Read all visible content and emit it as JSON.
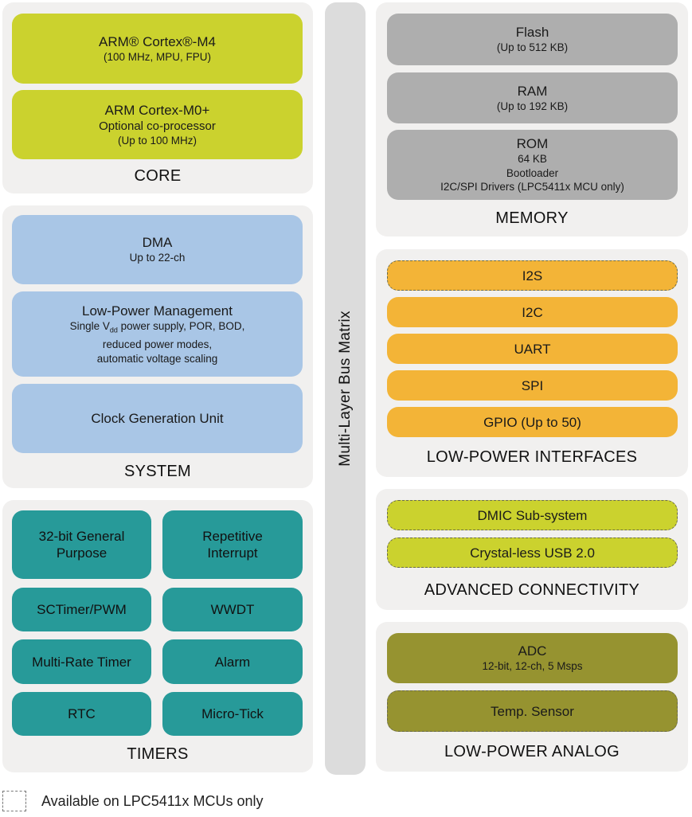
{
  "core": {
    "title": "CORE",
    "m4": {
      "title": "ARM® Cortex®-M4",
      "sub": "(100 MHz, MPU, FPU)"
    },
    "m0": {
      "title": "ARM Cortex-M0+",
      "line2": "Optional co-processor",
      "sub": "(Up to 100 MHz)"
    }
  },
  "system": {
    "title": "SYSTEM",
    "dma": {
      "title": "DMA",
      "sub": "Up to 22-ch"
    },
    "lpm": {
      "title": "Low-Power Management",
      "line1_pre": "Single V",
      "line1_subscript": "dd",
      "line1_post": " power supply, POR, BOD,",
      "line2": "reduced power modes,",
      "line3": "automatic voltage scaling"
    },
    "cgu": {
      "title": "Clock Generation Unit"
    }
  },
  "timers": {
    "title": "TIMERS",
    "items": [
      {
        "line1": "32-bit General",
        "line2": "Purpose"
      },
      {
        "line1": "Repetitive",
        "line2": "Interrupt"
      },
      {
        "line1": "SCTimer/PWM",
        "line2": ""
      },
      {
        "line1": "WWDT",
        "line2": ""
      },
      {
        "line1": "Multi-Rate Timer",
        "line2": ""
      },
      {
        "line1": "Alarm",
        "line2": ""
      },
      {
        "line1": "RTC",
        "line2": ""
      },
      {
        "line1": "Micro-Tick",
        "line2": ""
      }
    ]
  },
  "bus": {
    "label": "Multi-Layer Bus Matrix"
  },
  "memory": {
    "title": "MEMORY",
    "flash": {
      "title": "Flash",
      "sub": "(Up to 512 KB)"
    },
    "ram": {
      "title": "RAM",
      "sub": "(Up to 192 KB)"
    },
    "rom": {
      "title": "ROM",
      "line1": "64 KB",
      "line2": "Bootloader",
      "line3": "I2C/SPI Drivers (LPC5411x MCU only)"
    }
  },
  "interfaces": {
    "title": "LOW-POWER INTERFACES",
    "i2s": "I2S",
    "i2c": "I2C",
    "uart": "UART",
    "spi": "SPI",
    "gpio": "GPIO (Up to 50)"
  },
  "connectivity": {
    "title": "ADVANCED CONNECTIVITY",
    "dmic": "DMIC Sub-system",
    "usb": "Crystal-less USB 2.0"
  },
  "analog": {
    "title": "LOW-POWER ANALOG",
    "adc": {
      "title": "ADC",
      "sub": "12-bit, 12-ch, 5 Msps"
    },
    "temp": "Temp. Sensor"
  },
  "legend": {
    "text": "Available on LPC5411x MCUs only"
  },
  "colors": {
    "core": "#cbd22e",
    "system": "#a9c6e6",
    "timers": "#279a99",
    "memory": "#aeaeae",
    "interfaces": "#f3b437",
    "connectivity": "#cbd22e",
    "analog": "#969330"
  }
}
